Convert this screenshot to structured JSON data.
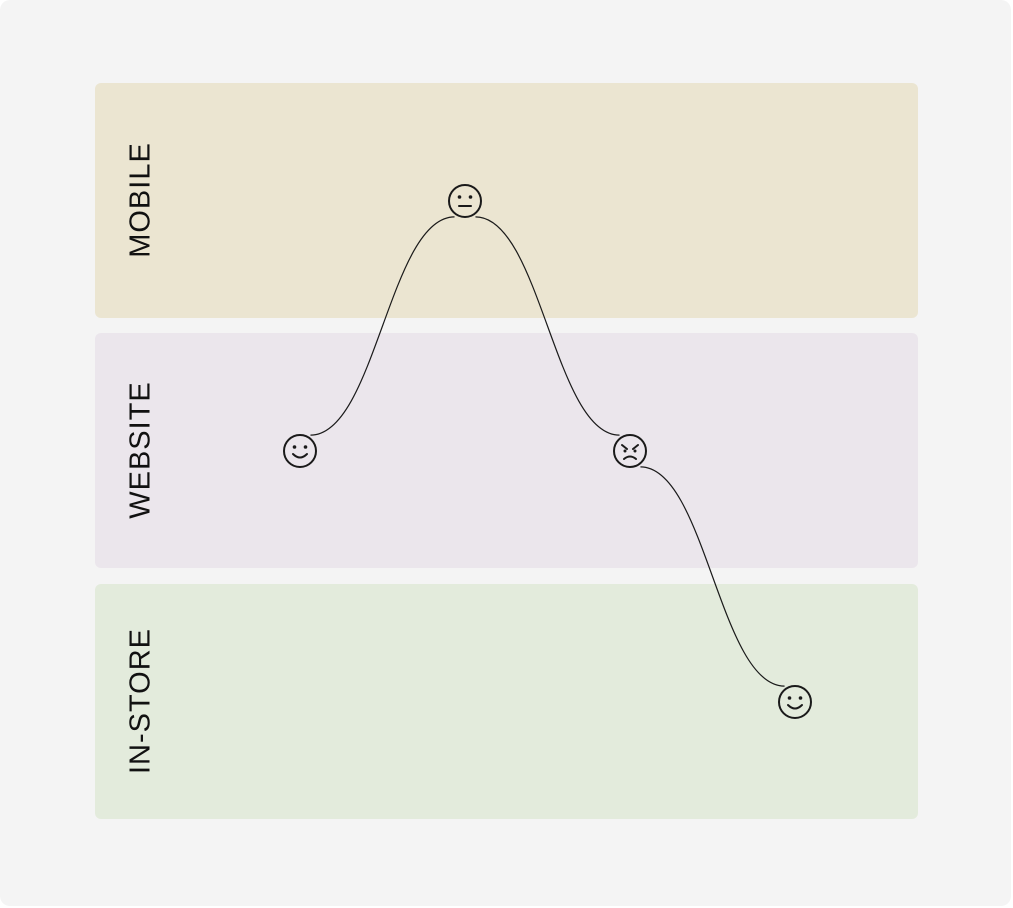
{
  "colors": {
    "canvas": "#f4f4f4",
    "line": "#1a1a1a"
  },
  "lanes": [
    {
      "label": "MOBILE",
      "color": "#ebe5d1"
    },
    {
      "label": "WEBSITE",
      "color": "#ebe6ec"
    },
    {
      "label": "IN-STORE",
      "color": "#e3ebdc"
    }
  ],
  "journey": [
    {
      "step": 1,
      "lane": "WEBSITE",
      "emotion": "happy",
      "icon": "smiley-face-icon"
    },
    {
      "step": 2,
      "lane": "MOBILE",
      "emotion": "neutral",
      "icon": "neutral-face-icon"
    },
    {
      "step": 3,
      "lane": "WEBSITE",
      "emotion": "angry",
      "icon": "angry-face-icon"
    },
    {
      "step": 4,
      "lane": "IN-STORE",
      "emotion": "happy",
      "icon": "smiley-face-icon"
    }
  ]
}
